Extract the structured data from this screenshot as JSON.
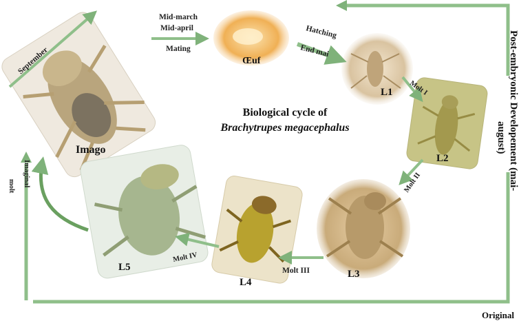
{
  "title_line1": "Biological cycle of",
  "title_line2": "Brachytrupes megacephalus",
  "stages": {
    "egg": "Œuf",
    "l1": "L1",
    "l2": "L2",
    "l3": "L3",
    "l4": "L4",
    "l5": "L5",
    "imago": "Imago"
  },
  "transitions": {
    "mid_march": "Mid-march",
    "mid_april": "Mid-april",
    "mating": "Mating",
    "hatching": "Hatching",
    "end_mai": "End mai",
    "molt_1": "Molt I",
    "molt_2": "Molt II",
    "molt_3": "Molt III",
    "molt_4": "Molt IV",
    "imaginal": "Imaginal",
    "molt": "molt",
    "september": "September"
  },
  "side_label_line1": "Post-embryonic Developement (mai-",
  "side_label_line2": "august)",
  "bottom_right": "Original",
  "colors": {
    "arrow": "#8fbf8a",
    "arrow_dark": "#6a9e64",
    "text": "#222222"
  }
}
